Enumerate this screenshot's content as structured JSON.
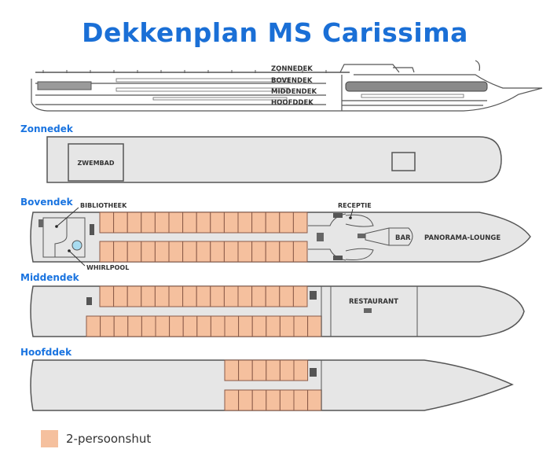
{
  "title": "Dekkenplan MS Carissima",
  "side_view": {
    "labels": [
      "ZONNEDEK",
      "BOVENDEK",
      "MIDDENDEK",
      "HOOFDDEK"
    ]
  },
  "decks": [
    {
      "name": "Zonnedek",
      "rooms": [
        "ZWEMBAD"
      ],
      "cabins": {
        "top_row": 0,
        "bottom_row": 0
      }
    },
    {
      "name": "Bovendek",
      "rooms": [
        "BIBLIOTHEEK",
        "WHIRLPOOL",
        "RECEPTIE",
        "BAR",
        "PANORAMA-LOUNGE"
      ],
      "cabins": {
        "top_row": 15,
        "bottom_row": 15
      }
    },
    {
      "name": "Middendek",
      "rooms": [
        "RESTAURANT"
      ],
      "cabins": {
        "top_row": 15,
        "bottom_row": 17
      }
    },
    {
      "name": "Hoofddek",
      "rooms": [],
      "cabins": {
        "top_row": 6,
        "bottom_row": 7
      }
    }
  ],
  "labels": {
    "zwembad": "ZWEMBAD",
    "bibliotheek": "BIBLIOTHEEK",
    "whirlpool": "WHIRLPOOL",
    "receptie": "RECEPTIE",
    "bar": "BAR",
    "panorama": "PANORAMA-LOUNGE",
    "restaurant": "RESTAURANT",
    "side_zonnedek": "ZONNEDEK",
    "side_bovendek": "BOVENDEK",
    "side_middendek": "MIDDENDEK",
    "side_hoofddek": "HOOFDDEK"
  },
  "legend": {
    "label": "2-persoonshut",
    "color": "#f5c09e"
  },
  "colors": {
    "title": "#1a6fd6",
    "deck_label": "#1a74e0",
    "deck_fill": "#e6e6e6",
    "deck_stroke": "#555555",
    "cabin_fill": "#f5c09e",
    "cabin_stroke": "#8a5a48",
    "whirlpool": "#a8dcf0"
  }
}
